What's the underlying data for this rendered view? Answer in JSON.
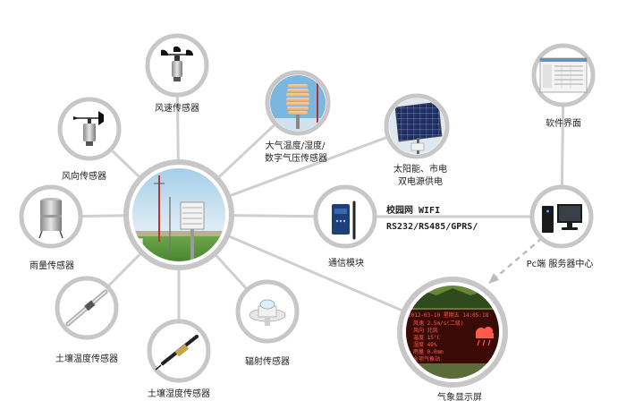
{
  "nodes": {
    "wind_speed": {
      "label": "风速传感器"
    },
    "wind_direction": {
      "label": "风向传感器"
    },
    "rain": {
      "label": "雨量传感器"
    },
    "soil_temp": {
      "label": "土壤温度传感器"
    },
    "soil_moisture": {
      "label": "土壤湿度传感器"
    },
    "radiation": {
      "label": "辐射传感器"
    },
    "atmos": {
      "label_line1": "大气温度/湿度/",
      "label_line2": "数字气压传感器"
    },
    "solar": {
      "label_line1": "太阳能、市电",
      "label_line2": "双电源供电"
    },
    "comm": {
      "label": "通信模块"
    },
    "software": {
      "label": "软件界面"
    },
    "pc": {
      "label": "Pc端  服务器中心"
    },
    "display": {
      "label": "气象显示屏",
      "screen_lines": [
        "2012-03-10 星期五 14:05:18",
        "风速 2.5m/s(二级)",
        "风向 北风",
        "温度 15°C",
        "湿度 49%",
        "雨量 0.0mm"
      ],
      "screen_footer": "全项气象站"
    }
  },
  "network": {
    "line1": "校园网  WIFI",
    "line2": "RS232/RS485/GPRS/"
  },
  "colors": {
    "ring": "#c7c7c7",
    "line": "#cfcfcf",
    "dashed": "#bdbdbd",
    "lcd_bg": "#3a0b06",
    "lcd_text": "#ff5a4a"
  }
}
